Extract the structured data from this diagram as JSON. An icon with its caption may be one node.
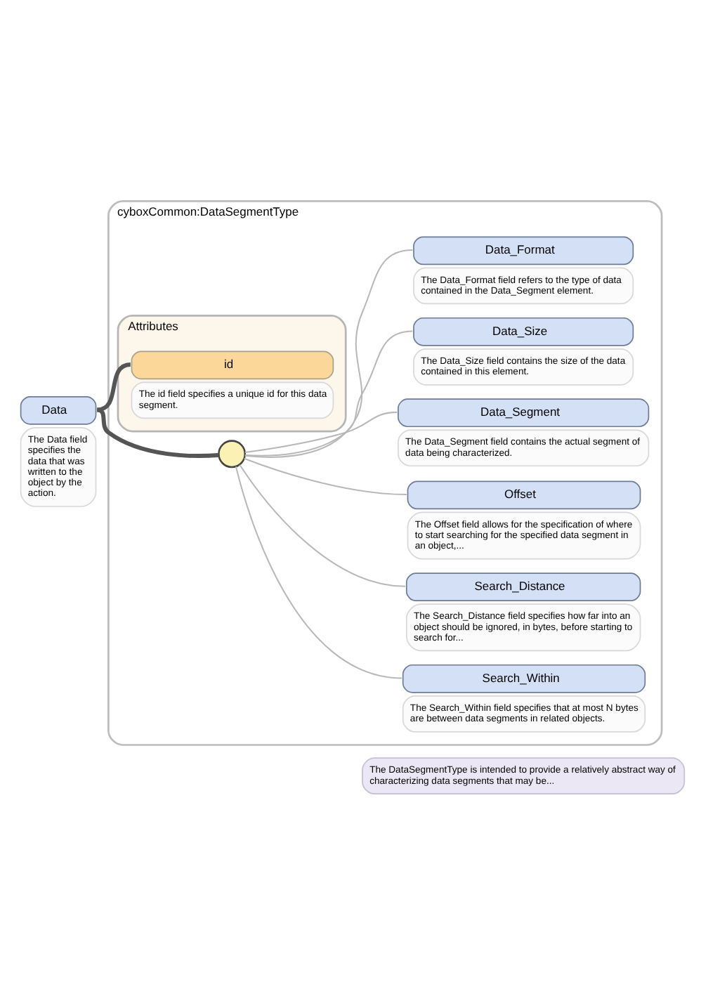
{
  "diagram": {
    "nodes": [
      {
        "text": [
          "Data",
          "The Data field specifies the data that was written to the object by the action."
        ]
      },
      {
        "text": [
          "cyboxCommon:DataSegmentType"
        ],
        "beside": [
          "The DataSegmentType is intended to provide a relatively abstract way of characterizing data segments that may be..."
        ]
      },
      {
        "text": [
          "Attributes"
        ],
        "in": 1
      },
      {
        "text": [
          "id",
          "The id field specifies a unique id for this data segment."
        ],
        "in": 2
      },
      {
        "text": [],
        "shape": "circle",
        "in": 1
      },
      {
        "text": [
          "Data_Format",
          "The Data_Format field refers to the type of data contained in the Data_Segment element."
        ],
        "in": 1
      },
      {
        "text": [
          "Data_Size",
          "The Data_Size field contains the size of the data contained in this element."
        ],
        "in": 1
      },
      {
        "text": [
          "Data_Segment",
          "The Data_Segment field contains the actual segment of data being characterized."
        ],
        "in": 1
      },
      {
        "text": [
          "Offset",
          "The Offset field allows for the specification of where to start searching for the specified data segment in an object,..."
        ],
        "in": 1
      },
      {
        "text": [
          "Search_Distance",
          "The Search_Distance field specifies how far into an object should be ignored, in bytes, before starting to search for..."
        ],
        "in": 1
      },
      {
        "text": [
          "Search_Within",
          "The Search_Within field specifies that at most N bytes are between data segments in related objects."
        ],
        "in": 1
      }
    ],
    "edges": [
      {
        "from": 0,
        "to": 3,
        "arrow": "none",
        "style": "thick",
        "color": "#555555"
      },
      {
        "from": 0,
        "to": 4,
        "arrow": "none",
        "style": "thick",
        "color": "#555555"
      },
      {
        "from": 4,
        "to": 5,
        "arrow": "none"
      },
      {
        "from": 4,
        "to": 6,
        "arrow": "none"
      },
      {
        "from": 4,
        "to": 7,
        "arrow": "none"
      },
      {
        "from": 4,
        "to": 8,
        "arrow": "none"
      },
      {
        "from": 4,
        "to": 9,
        "arrow": "none"
      },
      {
        "from": 4,
        "to": 10,
        "arrow": "none"
      }
    ]
  }
}
